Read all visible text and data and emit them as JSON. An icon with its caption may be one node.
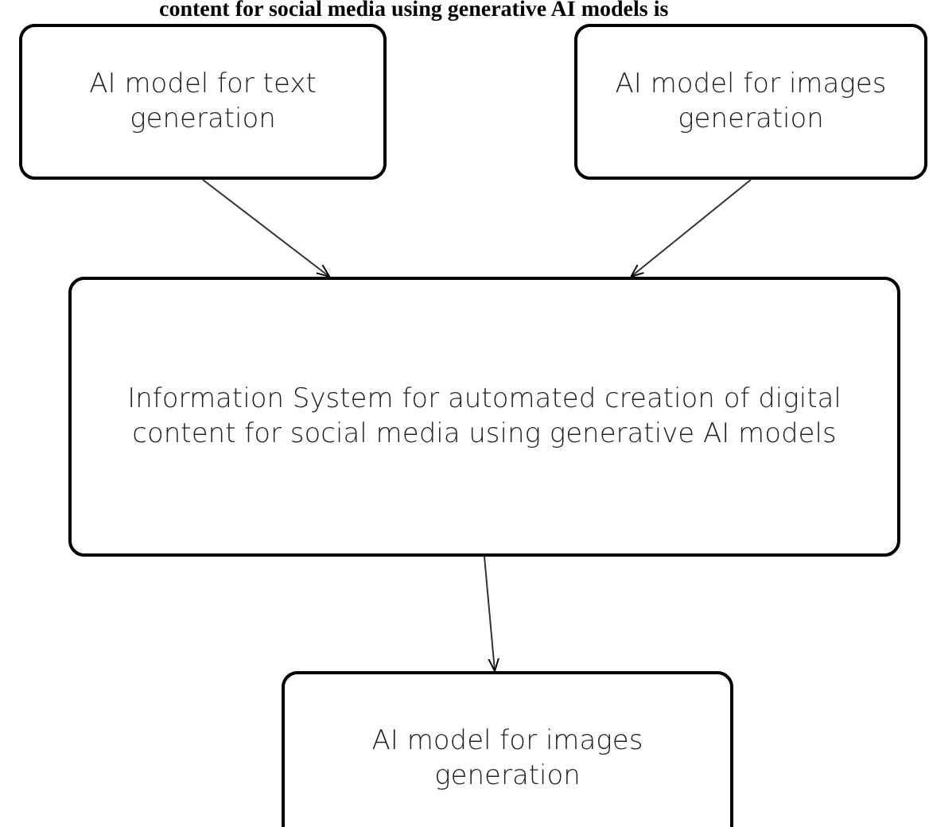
{
  "diagram": {
    "nodes": [
      {
        "text": [
          "AI model for text generation"
        ]
      },
      {
        "text": [
          "AI model for images generation"
        ]
      },
      {
        "text": [
          "Information System for automated creation of digital content for social media using generative AI models"
        ]
      },
      {
        "text": [
          "AI model for images generation"
        ]
      }
    ],
    "edges": [
      {
        "from": 0,
        "to": 2,
        "arrow": "to"
      },
      {
        "from": 1,
        "to": 2,
        "arrow": "to"
      },
      {
        "from": 2,
        "to": 3,
        "arrow": "to"
      }
    ],
    "labels": [
      "content for social media using generative AI models is"
    ]
  }
}
